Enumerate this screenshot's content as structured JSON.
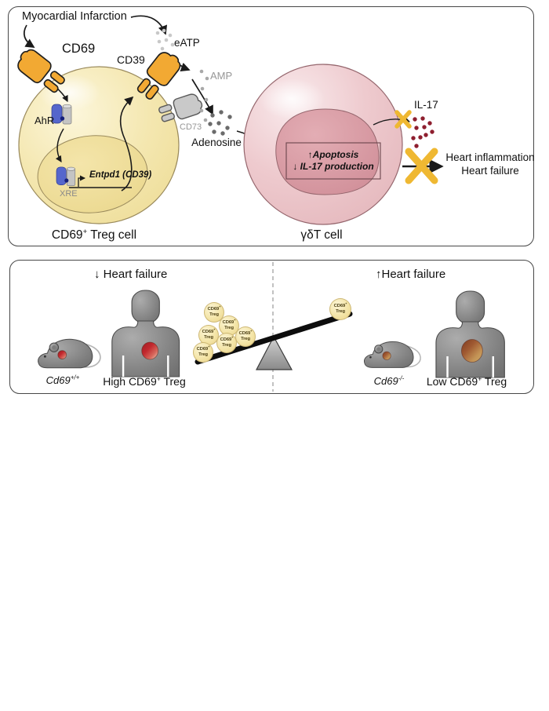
{
  "figure": {
    "top_panel": {
      "trigger": "Myocardial Infarction",
      "receptor_cd69": "CD69",
      "receptor_cd39": "CD39",
      "eatp": "eATP",
      "amp": "AMP",
      "enzyme_cd73": "CD73",
      "adenosine": "Adenosine",
      "ahr": "AhR",
      "xre": "XRE",
      "target_gene": "Entpd1 (CD39)",
      "treg_label": {
        "base": "CD69",
        "sup": "+",
        "rest": " Treg cell"
      },
      "gdt_label": "γδT cell",
      "effects": {
        "line1": "↑Apoptosis",
        "line2": "↓ IL-17 production"
      },
      "il17": "IL-17",
      "outcome_line1": "Heart inflammation",
      "outcome_line2": "Heart failure"
    },
    "bottom_panel": {
      "left": {
        "heading_arrow": "↓",
        "heading": "Heart failure",
        "mouse": {
          "base": "Cd69",
          "sup": "+/+"
        },
        "treg_level": {
          "base": "High CD69",
          "sup": "+",
          "rest": " Treg"
        }
      },
      "right": {
        "heading_arrow": "↑",
        "heading": "Heart failure",
        "mouse": {
          "base": "Cd69",
          "sup": "-/-"
        },
        "treg_level": {
          "base": "Low CD69",
          "sup": "+",
          "rest": " Treg"
        }
      },
      "balance_bubble": {
        "base": "CD69",
        "sup": "+",
        "line2": "Treg"
      }
    },
    "colors": {
      "receptor_orange": "#F2A933",
      "enzyme_gray": "#C9C9C9",
      "treg_cell_yellow": "#F4E7B0",
      "gdt_cell_pink": "#EECACE",
      "block_x_yellow": "#EFB832",
      "il17_dot_red": "#8E1F2F",
      "figure_gray": "#8C8C8C",
      "healthy_heart_red": "#C2282E",
      "failing_heart_tan": "#C39255"
    }
  }
}
